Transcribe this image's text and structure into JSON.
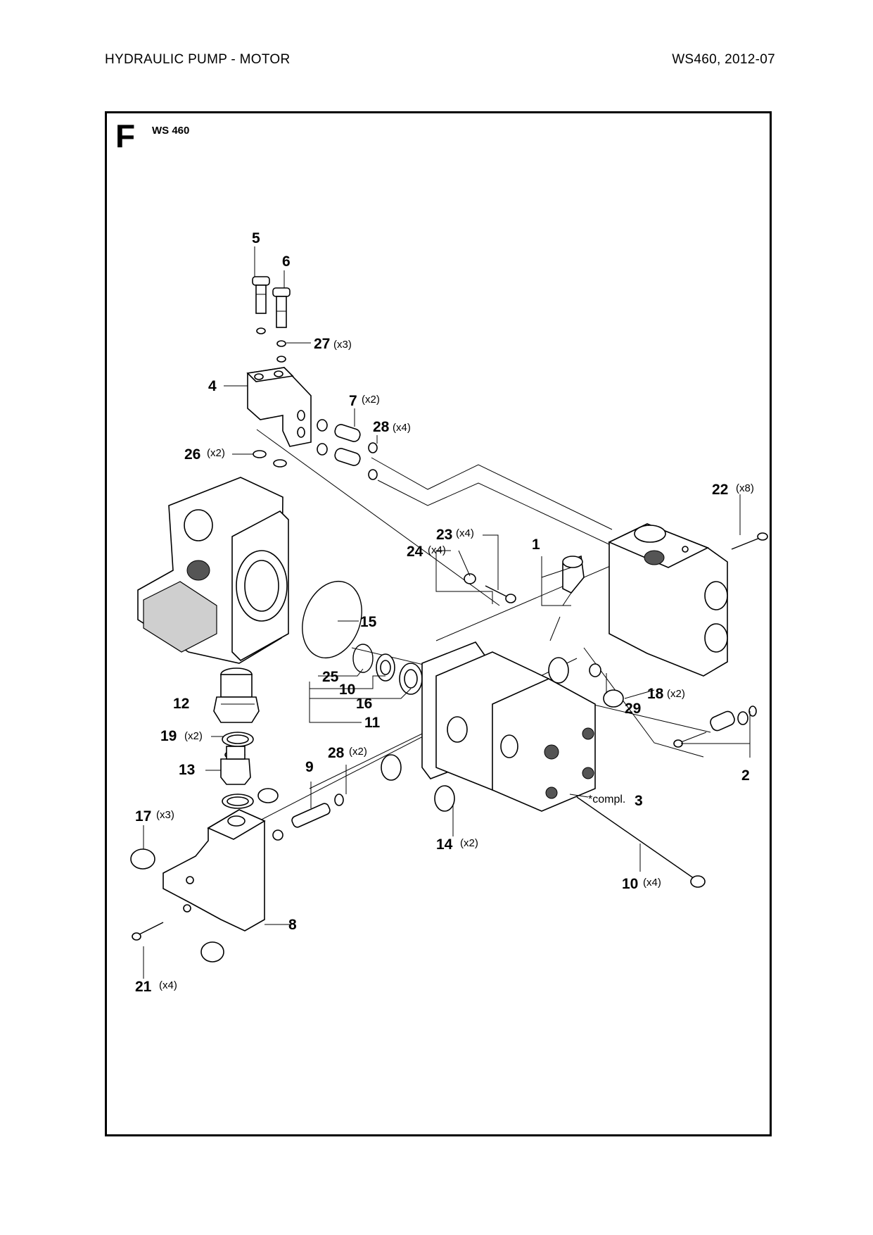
{
  "header": {
    "title": "HYDRAULIC  PUMP - MOTOR",
    "model_date": "WS460, 2012-07"
  },
  "figure": {
    "section": "F",
    "model": "WS 460"
  },
  "callouts": [
    {
      "id": "c5",
      "num": "5",
      "qty": ""
    },
    {
      "id": "c6",
      "num": "6",
      "qty": ""
    },
    {
      "id": "c27",
      "num": "27",
      "qty": "(x3)"
    },
    {
      "id": "c4",
      "num": "4",
      "qty": ""
    },
    {
      "id": "c7",
      "num": "7",
      "qty": "(x2)"
    },
    {
      "id": "c28a",
      "num": "28",
      "qty": "(x4)"
    },
    {
      "id": "c26",
      "num": "26",
      "qty": "(x2)"
    },
    {
      "id": "c22",
      "num": "22",
      "qty": "(x8)"
    },
    {
      "id": "c23",
      "num": "23",
      "qty": "(x4)"
    },
    {
      "id": "c24",
      "num": "24",
      "qty": "(x4)"
    },
    {
      "id": "c1",
      "num": "1",
      "qty": ""
    },
    {
      "id": "c15",
      "num": "15",
      "qty": ""
    },
    {
      "id": "c25",
      "num": "25",
      "qty": ""
    },
    {
      "id": "c10a",
      "num": "10",
      "qty": ""
    },
    {
      "id": "c16",
      "num": "16",
      "qty": ""
    },
    {
      "id": "c11",
      "num": "11",
      "qty": ""
    },
    {
      "id": "c12",
      "num": "12",
      "qty": ""
    },
    {
      "id": "c18",
      "num": "18",
      "qty": "(x2)"
    },
    {
      "id": "c29",
      "num": "29",
      "qty": ""
    },
    {
      "id": "c19",
      "num": "19",
      "qty": "(x2)"
    },
    {
      "id": "c13",
      "num": "13",
      "qty": ""
    },
    {
      "id": "c9",
      "num": "9",
      "qty": ""
    },
    {
      "id": "c28b",
      "num": "28",
      "qty": "(x2)"
    },
    {
      "id": "c2",
      "num": "2",
      "qty": ""
    },
    {
      "id": "c3",
      "num": "3",
      "qty": "",
      "note": "*compl."
    },
    {
      "id": "c17",
      "num": "17",
      "qty": "(x3)"
    },
    {
      "id": "c14",
      "num": "14",
      "qty": "(x2)"
    },
    {
      "id": "c10b",
      "num": "10",
      "qty": "(x4)"
    },
    {
      "id": "c8",
      "num": "8",
      "qty": ""
    },
    {
      "id": "c21",
      "num": "21",
      "qty": "(x4)"
    }
  ]
}
